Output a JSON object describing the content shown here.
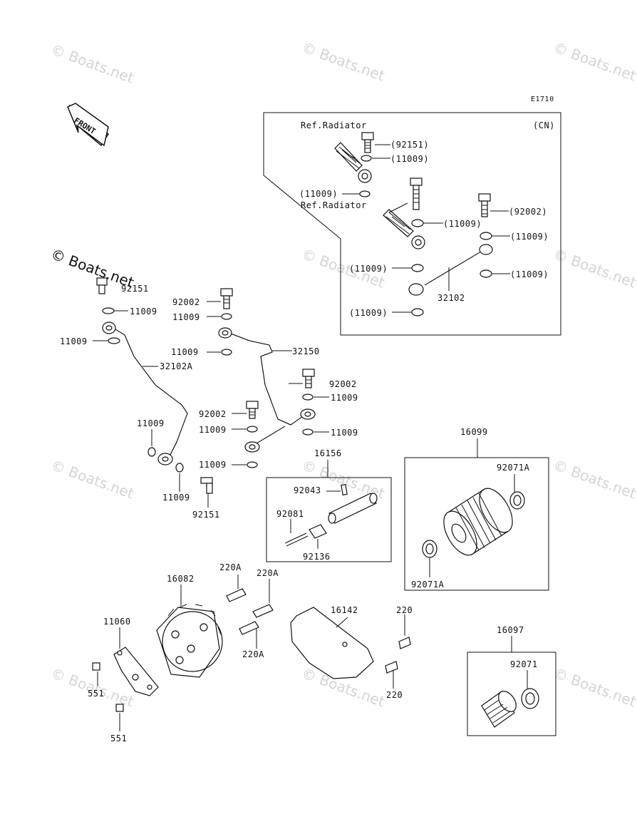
{
  "diagram_code": "E1710",
  "front_label": "FRONT",
  "cn_region_label": "(CN)",
  "watermark": "© Boats.net",
  "ref_radiator_1": "Ref.Radiator",
  "ref_radiator_2": "Ref.Radiator",
  "cn_callouts": {
    "c92151": "(92151)",
    "c11009_a": "(11009)",
    "c11009_b": "(11009)",
    "c11009_c": "(11009)",
    "c92002": "(92002)",
    "c11009_d": "(11009)",
    "c11009_e": "(11009)",
    "c11009_f": "(11009)",
    "c11009_g": "(11009)",
    "c32102": "32102"
  },
  "parts": {
    "p92151_top": "92151",
    "p11009_1": "11009",
    "p92002_1": "92002",
    "p11009_2": "11009",
    "p11009_3": "11009",
    "p11009_4": "11009",
    "p32150": "32150",
    "p32102A": "32102A",
    "p92002_2": "92002",
    "p11009_5": "11009",
    "p92002_3": "92002",
    "p11009_6": "11009",
    "p11009_7": "11009",
    "p11009_8": "11009",
    "p11009_9": "11009",
    "p11009_10": "11009",
    "p92151_bottom": "92151",
    "p16156": "16156",
    "p92043": "92043",
    "p92081": "92081",
    "p92136": "92136",
    "p16099": "16099",
    "p92071A_1": "92071A",
    "p92071A_2": "92071A",
    "p16082": "16082",
    "p220A_1": "220A",
    "p220A_2": "220A",
    "p220A_3": "220A",
    "p11060": "11060",
    "p551_1": "551",
    "p551_2": "551",
    "p16142": "16142",
    "p220_1": "220",
    "p220_2": "220",
    "p16097": "16097",
    "p92071": "92071"
  }
}
